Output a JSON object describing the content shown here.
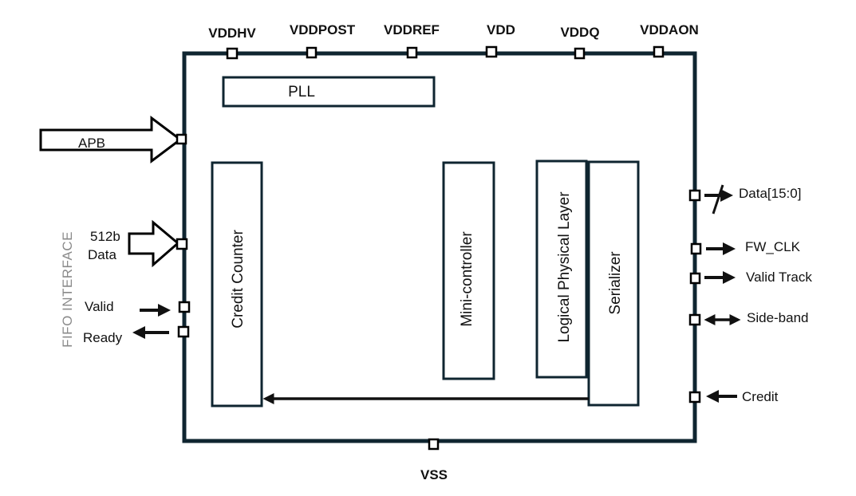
{
  "diagram": {
    "colors": {
      "border": "#0f2530",
      "text": "#111111",
      "fifo_label": "#8a8a8a",
      "pin_fill": "#ffffff"
    },
    "power_pins_top": [
      "VDDHV",
      "VDDPOST",
      "VDDREF",
      "VDD",
      "VDDQ",
      "VDDAON"
    ],
    "ground_pin_bottom": "VSS",
    "blocks": {
      "pll": "PLL",
      "credit_counter": "Credit Counter",
      "mini_controller": "Mini-controller",
      "logical_physical_layer": "Logical Physical Layer",
      "serializer": "Serializer"
    },
    "left_interface": {
      "apb": "APB",
      "data_line1": "512b",
      "data_line2": "Data",
      "valid": "Valid",
      "ready": "Ready",
      "group_label": "FIFO INTERFACE"
    },
    "right_interface": {
      "data_bus": "Data[15:0]",
      "fw_clk": "FW_CLK",
      "valid_track": "Valid Track",
      "side_band": "Side-band",
      "credit": "Credit"
    }
  }
}
